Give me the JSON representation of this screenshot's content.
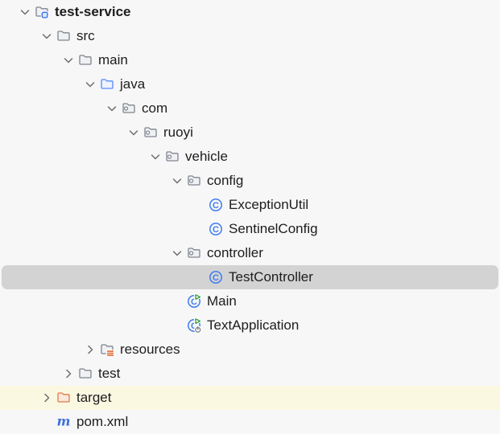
{
  "tree": {
    "rows": [
      {
        "label": "test-service",
        "depth": 0,
        "chevron": "expanded",
        "icon": "module-folder",
        "bold": true,
        "selected": false,
        "highlighted": false
      },
      {
        "label": "src",
        "depth": 1,
        "chevron": "expanded",
        "icon": "folder",
        "bold": false,
        "selected": false,
        "highlighted": false
      },
      {
        "label": "main",
        "depth": 2,
        "chevron": "expanded",
        "icon": "folder",
        "bold": false,
        "selected": false,
        "highlighted": false
      },
      {
        "label": "java",
        "depth": 3,
        "chevron": "expanded",
        "icon": "source-folder",
        "bold": false,
        "selected": false,
        "highlighted": false
      },
      {
        "label": "com",
        "depth": 4,
        "chevron": "expanded",
        "icon": "package",
        "bold": false,
        "selected": false,
        "highlighted": false
      },
      {
        "label": "ruoyi",
        "depth": 5,
        "chevron": "expanded",
        "icon": "package",
        "bold": false,
        "selected": false,
        "highlighted": false
      },
      {
        "label": "vehicle",
        "depth": 6,
        "chevron": "expanded",
        "icon": "package",
        "bold": false,
        "selected": false,
        "highlighted": false
      },
      {
        "label": "config",
        "depth": 7,
        "chevron": "expanded",
        "icon": "package",
        "bold": false,
        "selected": false,
        "highlighted": false
      },
      {
        "label": "ExceptionUtil",
        "depth": 8,
        "chevron": "none",
        "icon": "class",
        "bold": false,
        "selected": false,
        "highlighted": false
      },
      {
        "label": "SentinelConfig",
        "depth": 8,
        "chevron": "none",
        "icon": "class",
        "bold": false,
        "selected": false,
        "highlighted": false
      },
      {
        "label": "controller",
        "depth": 7,
        "chevron": "expanded",
        "icon": "package",
        "bold": false,
        "selected": false,
        "highlighted": false
      },
      {
        "label": "TestController",
        "depth": 8,
        "chevron": "none",
        "icon": "class",
        "bold": false,
        "selected": true,
        "highlighted": false
      },
      {
        "label": "Main",
        "depth": 7,
        "chevron": "none",
        "icon": "runnable-class",
        "bold": false,
        "selected": false,
        "highlighted": false
      },
      {
        "label": "TextApplication",
        "depth": 7,
        "chevron": "none",
        "icon": "runnable-main-class",
        "bold": false,
        "selected": false,
        "highlighted": false
      },
      {
        "label": "resources",
        "depth": 3,
        "chevron": "collapsed",
        "icon": "resources-folder",
        "bold": false,
        "selected": false,
        "highlighted": false
      },
      {
        "label": "test",
        "depth": 2,
        "chevron": "collapsed",
        "icon": "folder",
        "bold": false,
        "selected": false,
        "highlighted": false
      },
      {
        "label": "target",
        "depth": 1,
        "chevron": "collapsed",
        "icon": "excluded-folder",
        "bold": false,
        "selected": false,
        "highlighted": true
      },
      {
        "label": "pom.xml",
        "depth": 1,
        "chevron": "none",
        "icon": "maven",
        "bold": false,
        "selected": false,
        "highlighted": false
      }
    ]
  },
  "colors": {
    "background": "#F7F7F7",
    "text": "#1D1D1D",
    "selection_background": "#D3D3D3",
    "excluded_row_background": "#FBF8E2",
    "chevron_gray": "#6E6E6E",
    "folder_outline": "#7F8490",
    "folder_fill": "#F0F1F3",
    "source_root_blue": "#548AF7",
    "source_root_fill": "#EDF3FF",
    "module_badge_blue": "#3574F0",
    "module_badge_fill": "#DCE7FB",
    "excluded_orange": "#E2794A",
    "excluded_fill": "#FBE9DC",
    "resources_orange": "#E2703A",
    "class_blue": "#3F7BF0",
    "run_green": "#2E9940",
    "run_fill": "#F2FBF2",
    "power_gray": "#7A7E83",
    "maven_blue": "#3E6FD9"
  }
}
